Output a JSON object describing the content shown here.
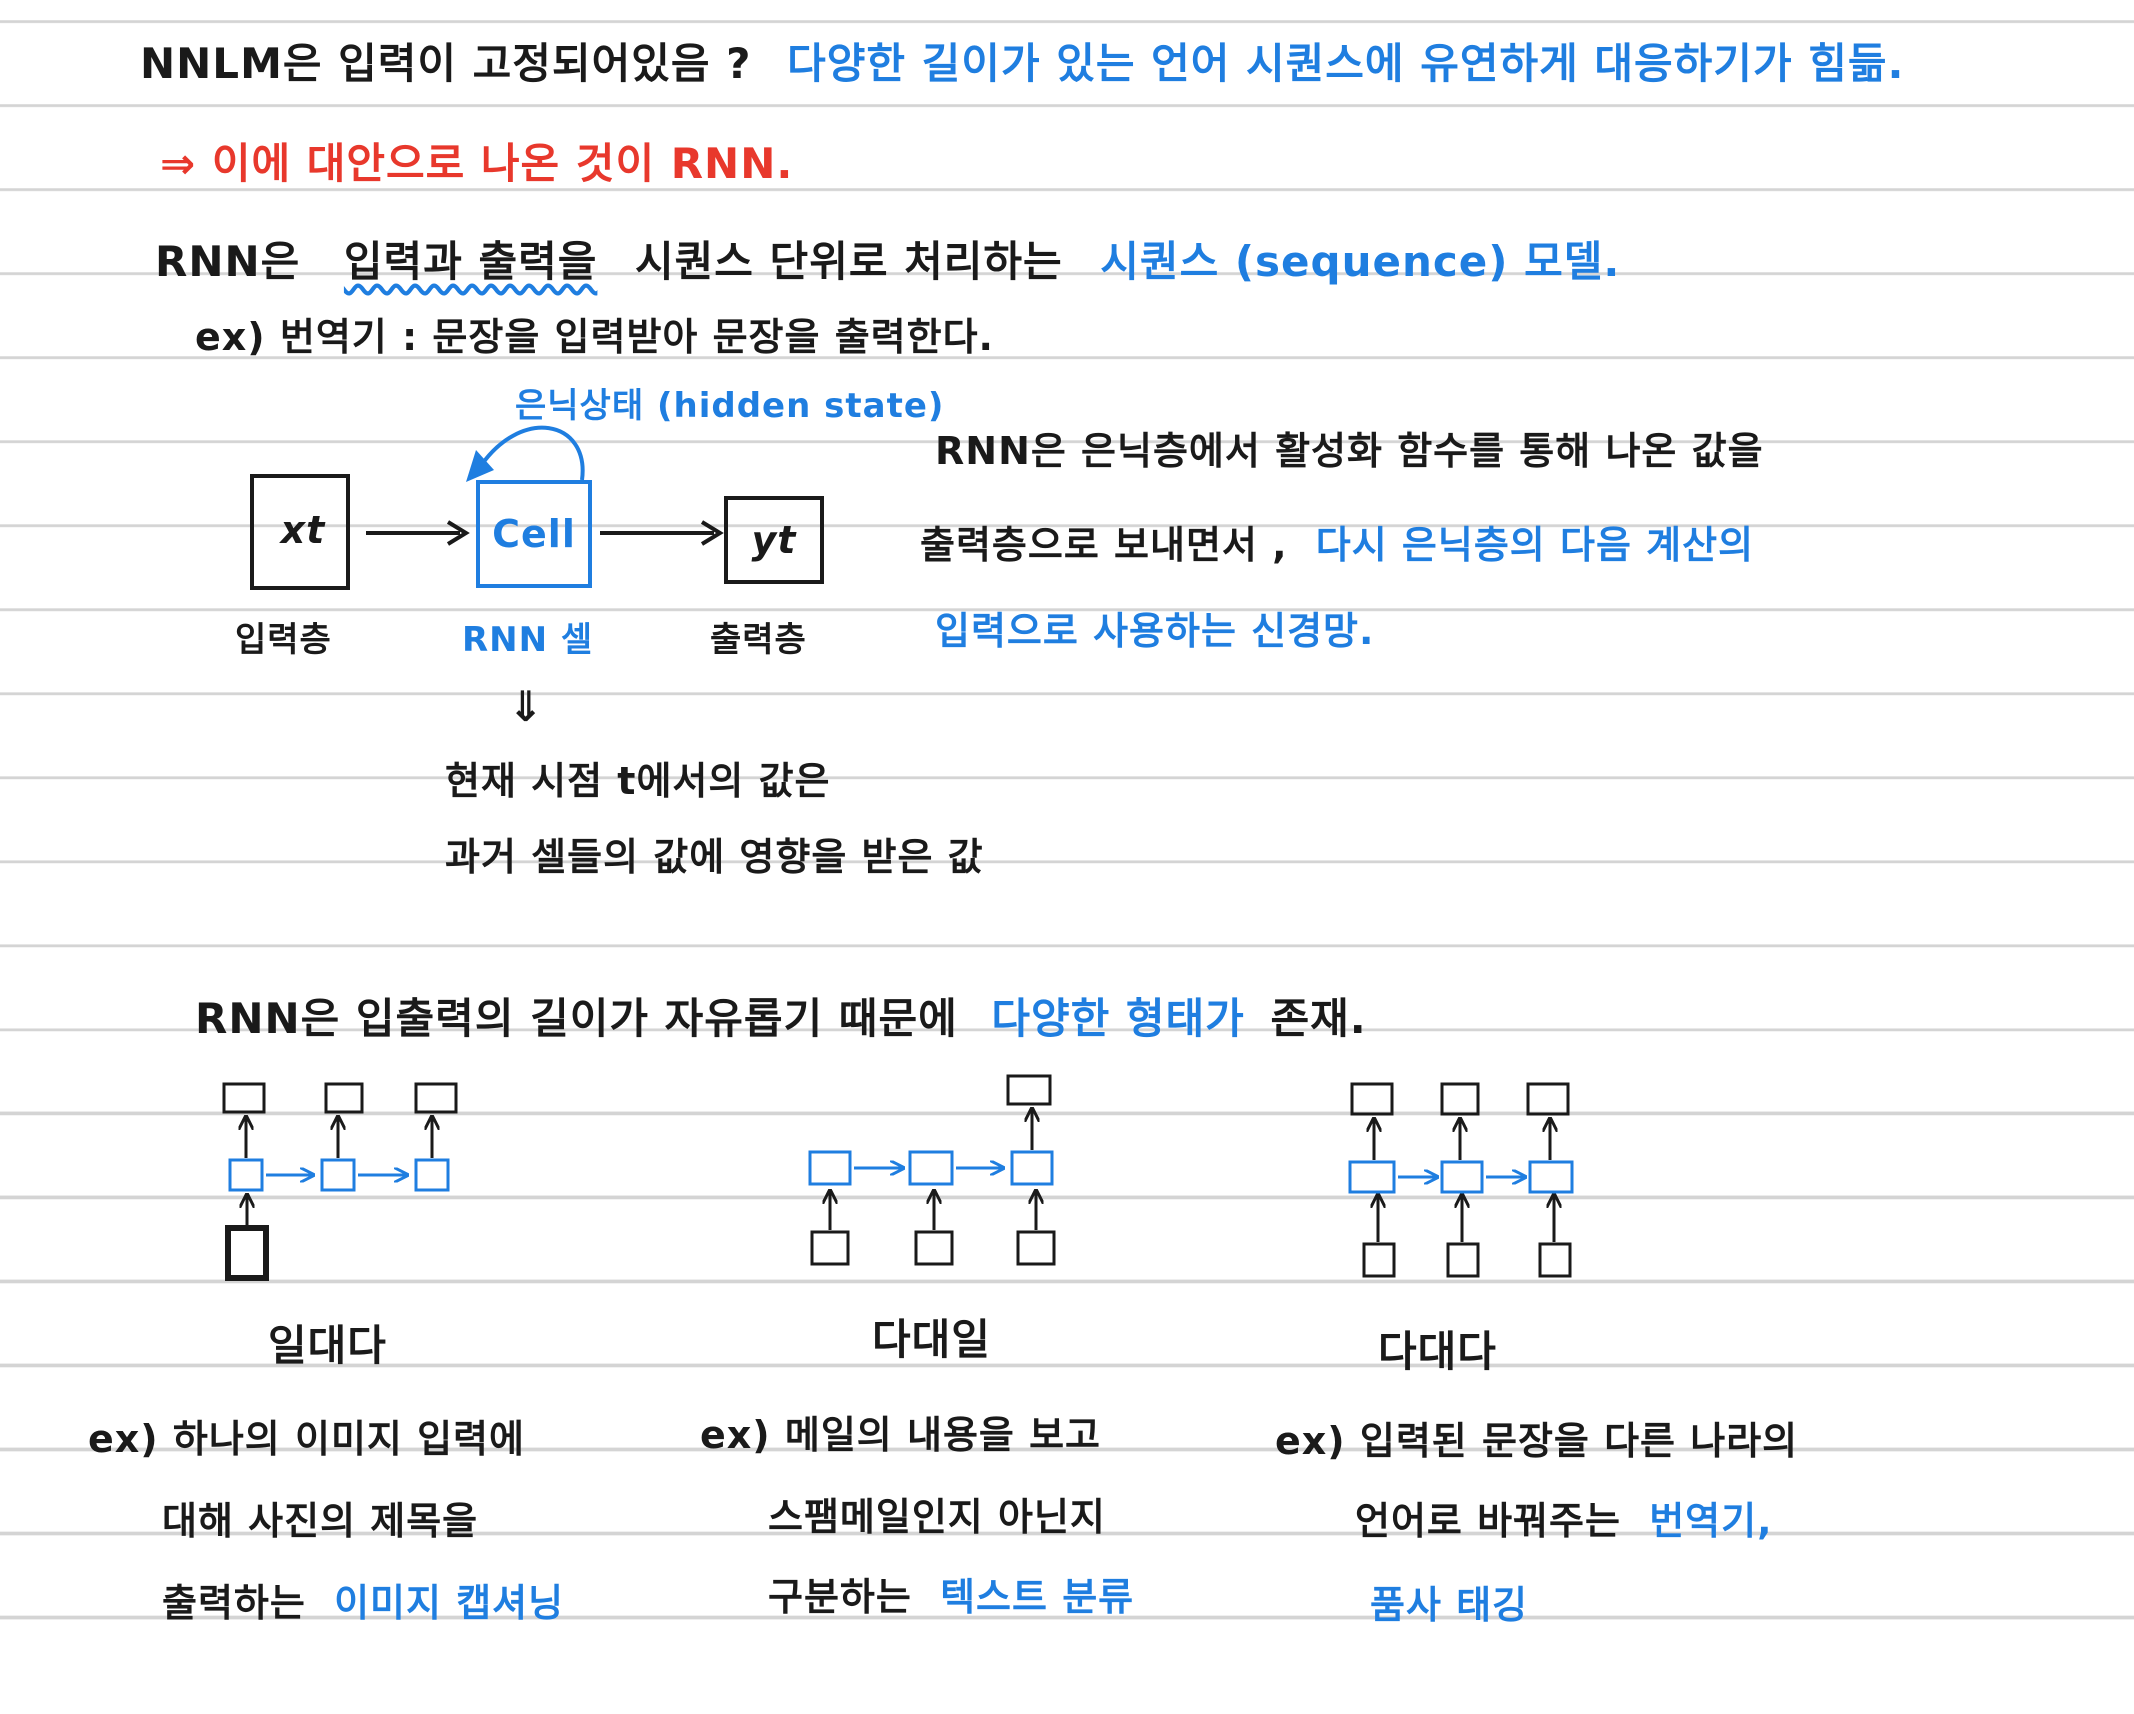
{
  "colors": {
    "ink": "#1a1a1a",
    "blue": "#1f7ee0",
    "red": "#e8382c",
    "rule": "#d4d4d4"
  },
  "intro": {
    "line1_black": "NNLM은 입력이 고정되어있음 ?",
    "line1_blue": "다양한 길이가 있는 언어 시퀀스에 유연하게 대응하기가 힘듦.",
    "line2_red": "⇒ 이에 대안으로 나온 것이 RNN."
  },
  "definition": {
    "prefix": "RNN은",
    "io_words": "입력과 출력을",
    "middle": "시퀀스 단위로 처리하는",
    "model": "시퀀스 (sequence) 모델.",
    "example": "ex) 번역기 : 문장을 입력받아 문장을 출력한다."
  },
  "cell_diagram": {
    "hidden_state_label": "은닉상태 (hidden state)",
    "input_symbol": "xt",
    "cell_label": "Cell",
    "output_symbol": "yt",
    "input_layer": "입력층",
    "rnn_cell": "RNN 셀",
    "output_layer": "출력층",
    "down_arrow": "⇓",
    "note_line1": "현재 시점 t에서의 값은",
    "note_line2": "과거 셀들의 값에 영향을 받은 값"
  },
  "explanation": {
    "line1": "RNN은 은닉층에서 활성화 함수를 통해 나온 값을",
    "line2_black": "출력층으로 보내면서 ,",
    "line2_blue": "다시 은닉층의 다음 계산의",
    "line3_blue": "입력으로 사용하는 신경망."
  },
  "forms_intro": {
    "black": "RNN은 입출력의 길이가 자유롭기 때문에",
    "blue": "다양한 형태가",
    "end": "존재."
  },
  "forms": [
    {
      "name": "일대다",
      "ex_line1": "ex) 하나의 이미지 입력에",
      "ex_line2": "대해 사진의 제목을",
      "ex_line3_black": "출력하는",
      "ex_line3_blue": "이미지 캡셔닝"
    },
    {
      "name": "다대일",
      "ex_line1": "ex) 메일의 내용을 보고",
      "ex_line2": "스팸메일인지 아닌지",
      "ex_line3_black": "구분하는",
      "ex_line3_blue": "텍스트 분류"
    },
    {
      "name": "다대다",
      "ex_line1": "ex) 입력된 문장을 다른 나라의",
      "ex_line2_black": "언어로 바꿔주는",
      "ex_line2_blue": "번역기,",
      "ex_line3_blue": "품사 태깅"
    }
  ]
}
